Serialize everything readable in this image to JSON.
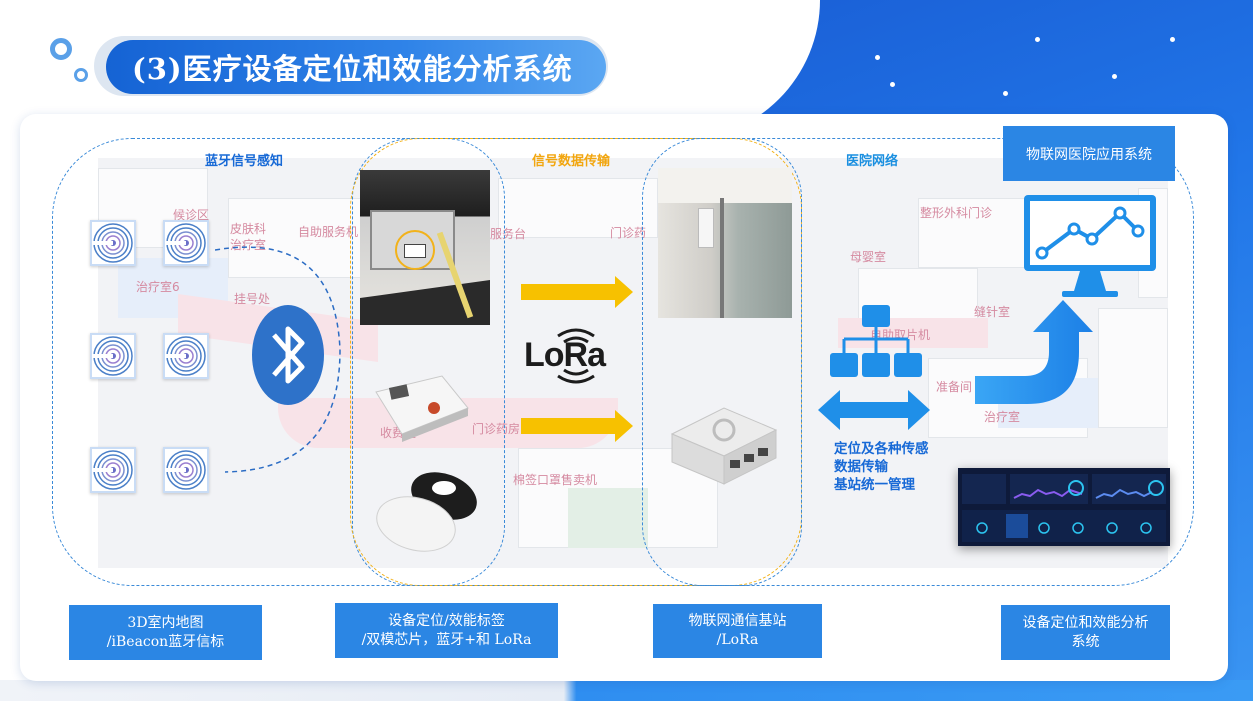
{
  "title": "(3)医疗设备定位和效能分析系统",
  "regions": {
    "bluetooth": "蓝牙信号感知",
    "signal": "信号数据传输",
    "network": "医院网络"
  },
  "app_system": "物联网医院应用系统",
  "lora_logo": "LoRa",
  "network_text": [
    "定位及各种传感",
    "数据传输",
    "基站统一管理"
  ],
  "map_labels": [
    "候诊区",
    "皮肤科",
    "治疗室",
    "治疗室6",
    "挂号处",
    "自助服务机",
    "服务台",
    "门诊药",
    "整形外科门诊",
    "母婴室",
    "收费处",
    "门诊药房",
    "自助取片机",
    "准备间",
    "治疗室",
    "缝针室",
    "棉签口罩售卖机"
  ],
  "bottom_labels": [
    [
      "3D室内地图",
      "/iBeacon蓝牙信标"
    ],
    [
      "设备定位/效能标签",
      "/双模芯片，蓝牙+和 LoRa"
    ],
    [
      "物联网通信基站",
      "/LoRa"
    ],
    [
      "设备定位和效能分析",
      "系统"
    ]
  ],
  "colors": {
    "primary_blue": "#2b86e4",
    "title_blue": "#1563d4",
    "arrow_yellow": "#f7c100",
    "arrow_blue": "#1f8fe8",
    "region_blue": "#3a8ad8",
    "region_yellow": "#f2b21a"
  },
  "icons": [
    "bluetooth-icon",
    "ibeacon-icon",
    "org-chart-icon",
    "monitor-chart-icon",
    "bidirectional-arrow-icon",
    "curved-arrow-icon"
  ]
}
